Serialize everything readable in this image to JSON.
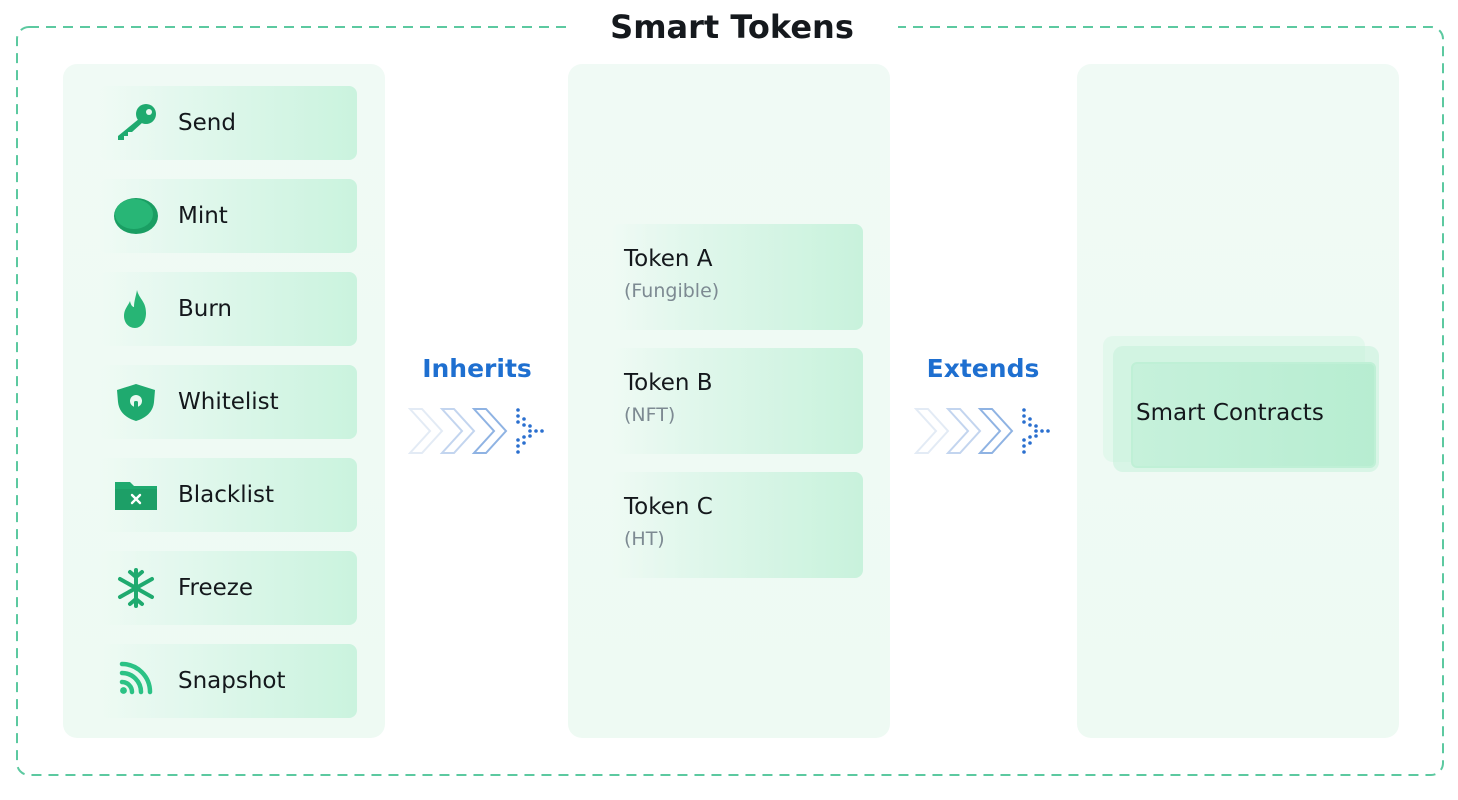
{
  "title": "Smart Tokens",
  "capabilities": [
    {
      "label": "Send",
      "icon": "key-icon"
    },
    {
      "label": "Mint",
      "icon": "coin-icon"
    },
    {
      "label": "Burn",
      "icon": "flame-icon"
    },
    {
      "label": "Whitelist",
      "icon": "shield-lock-icon"
    },
    {
      "label": "Blacklist",
      "icon": "folder-x-icon"
    },
    {
      "label": "Freeze",
      "icon": "snowflake-icon"
    },
    {
      "label": "Snapshot",
      "icon": "signal-icon"
    }
  ],
  "flows": {
    "inherits": "Inherits",
    "extends": "Extends"
  },
  "tokens": [
    {
      "name": "Token A",
      "type": "(Fungible)"
    },
    {
      "name": "Token B",
      "type": "(NFT)"
    },
    {
      "name": "Token C",
      "type": "(HT)"
    }
  ],
  "smart_contracts": {
    "label": "Smart Contracts"
  },
  "colors": {
    "border": "#5cc9a0",
    "icon_green": "#1faa6f",
    "accent_blue": "#1e6fd0",
    "panel_bg": "#f0faf5"
  }
}
